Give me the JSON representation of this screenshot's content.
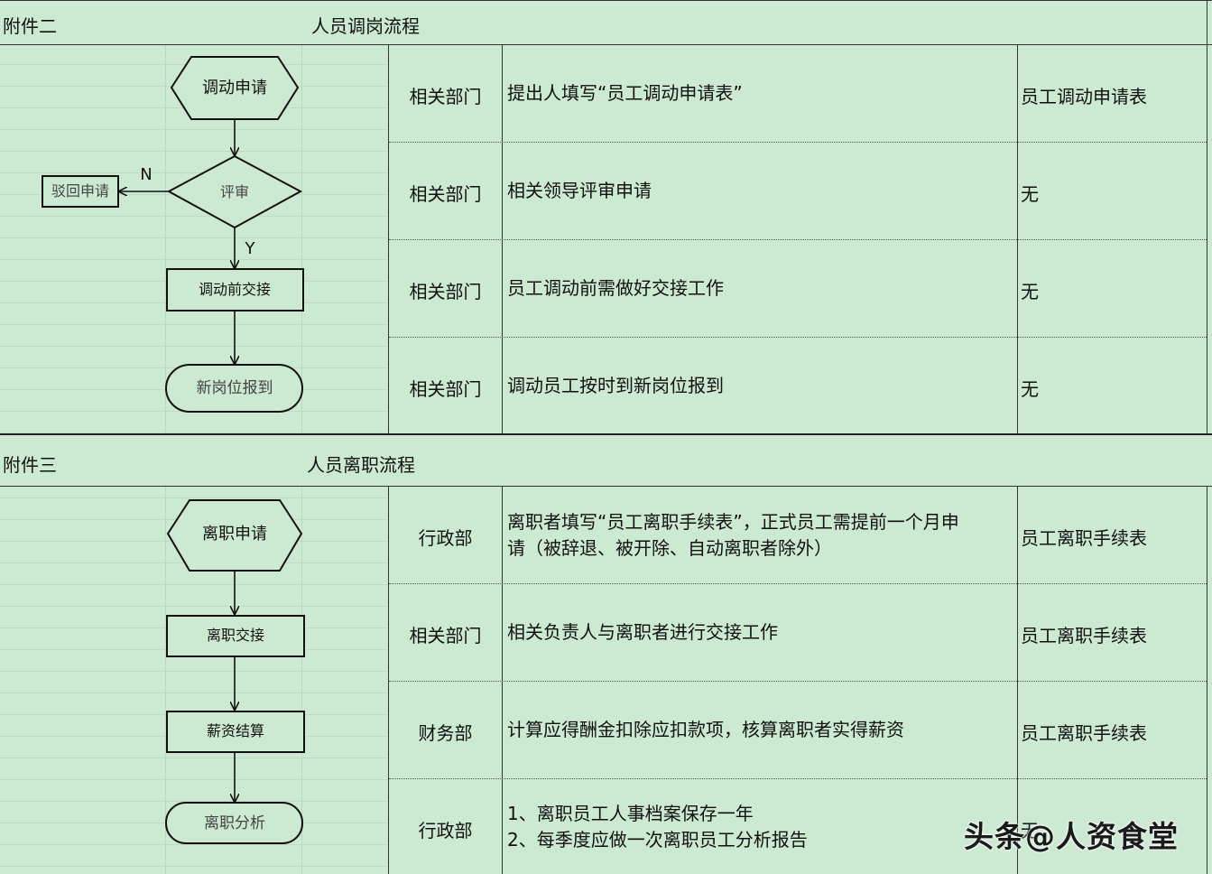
{
  "section1": {
    "tag": "附件二",
    "title": "人员调岗流程",
    "flow": {
      "start": "调动申请",
      "decision": "评审",
      "reject": "驳回申请",
      "no_label": "N",
      "yes_label": "Y",
      "step": "调动前交接",
      "end": "新岗位报到"
    },
    "rows": [
      {
        "dept": "相关部门",
        "desc": "提出人填写“员工调动申请表”",
        "form": "员工调动申请表"
      },
      {
        "dept": "相关部门",
        "desc": "相关领导评审申请",
        "form": "无"
      },
      {
        "dept": "相关部门",
        "desc": "员工调动前需做好交接工作",
        "form": "无"
      },
      {
        "dept": "相关部门",
        "desc": "调动员工按时到新岗位报到",
        "form": "无"
      }
    ]
  },
  "section2": {
    "tag": "附件三",
    "title": "人员离职流程",
    "flow": {
      "start": "离职申请",
      "step1": "离职交接",
      "step2": "薪资结算",
      "end": "离职分析"
    },
    "rows": [
      {
        "dept": "行政部",
        "desc1": "离职者填写“员工离职手续表”，正式员工需提前一个月申",
        "desc2": "请（被辞退、被开除、自动离职者除外）",
        "form": "员工离职手续表"
      },
      {
        "dept": "相关部门",
        "desc": "相关负责人与离职者进行交接工作",
        "form": "员工离职手续表"
      },
      {
        "dept": "财务部",
        "desc": "计算应得酬金扣除应扣款项，核算离职者实得薪资",
        "form": "员工离职手续表"
      },
      {
        "dept": "行政部",
        "desc1": "1、离职员工人事档案保存一年",
        "desc2": "2、每季度应做一次离职员工分析报告",
        "form": "无"
      }
    ]
  },
  "watermark": "头条@人资食堂"
}
